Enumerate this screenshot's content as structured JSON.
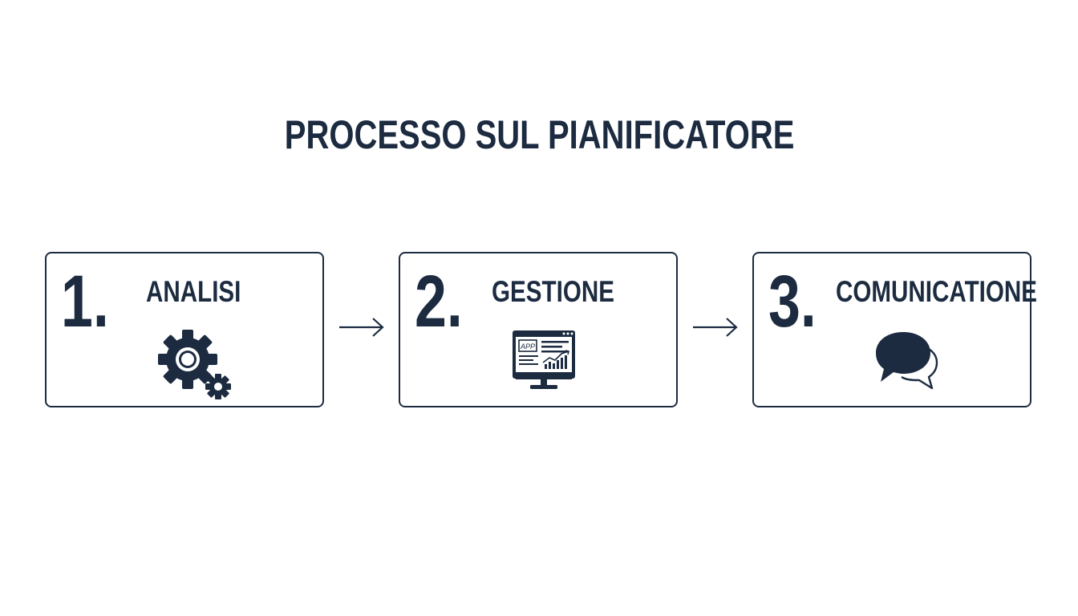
{
  "title": "PROCESSO SUL PIANIFICATORE",
  "steps": [
    {
      "number": "1.",
      "label": "ANALISI",
      "icon": "gears-icon"
    },
    {
      "number": "2.",
      "label": "GESTIONE",
      "icon": "monitor-dashboard-icon",
      "icon_text": "APP"
    },
    {
      "number": "3.",
      "label": "COMUNICATIONE",
      "icon": "chat-bubbles-icon"
    }
  ],
  "colors": {
    "ink": "#1c2b40",
    "background": "#ffffff"
  }
}
